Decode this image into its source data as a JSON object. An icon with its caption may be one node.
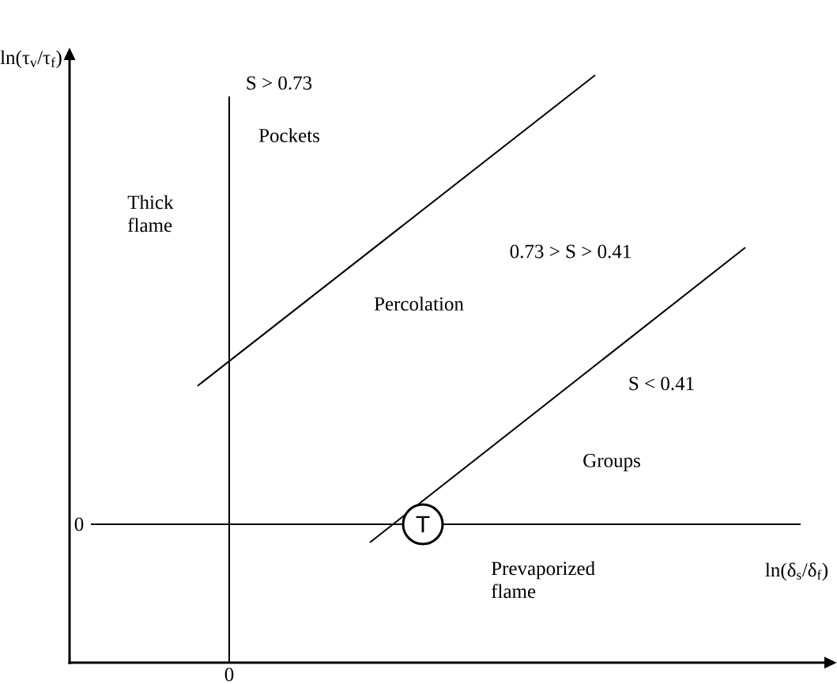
{
  "diagram": {
    "nodes": [
      {
        "text": [
          "T"
        ]
      }
    ],
    "labels": [
      "ln(τ$_{v}$/τ$_{f}$)",
      "S > 0.73",
      "Pockets",
      "Thick flame",
      "0.73 > S > 0.41",
      "Percolation",
      "S < 0.41",
      "Groups",
      "0",
      "Prevaporized flame",
      "ln(δ$_{s}$/δ$_{f}$)",
      "0"
    ]
  }
}
